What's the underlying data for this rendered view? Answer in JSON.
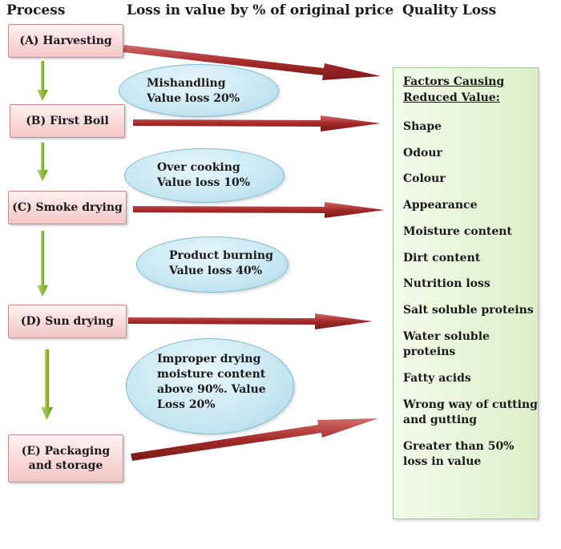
{
  "headers": {
    "process": "Process",
    "loss": "Loss in value by % of original price",
    "quality": "Quality Loss"
  },
  "processes": [
    "(A) Harvesting",
    "(B) First Boil",
    "(C) Smoke drying",
    "(D) Sun drying",
    "(E) Packaging and storage"
  ],
  "losses": [
    "Mishandling\nValue loss 20%",
    "Over cooking\nValue loss 10%",
    "Product burning\nValue loss 40%",
    "Improper drying moisture content above 90%. Value Loss 20%"
  ],
  "quality_panel": {
    "title": "Factors Causing Reduced Value:",
    "factors": [
      "Shape",
      "Odour",
      "Colour",
      "Appearance",
      "Moisture content",
      "Dirt content",
      "Nutrition loss",
      "Salt soluble proteins",
      "Water soluble proteins",
      "Fatty acids",
      "Wrong way of cutting and gutting",
      "Greater than 50% loss in value"
    ]
  },
  "colors": {
    "process_fill": "#f3c6c6",
    "loss_fill": "#c6e7f2",
    "panel_fill": "#dcefc8",
    "down_arrow": "#8fba3f",
    "right_arrow": "#a52a2a"
  }
}
